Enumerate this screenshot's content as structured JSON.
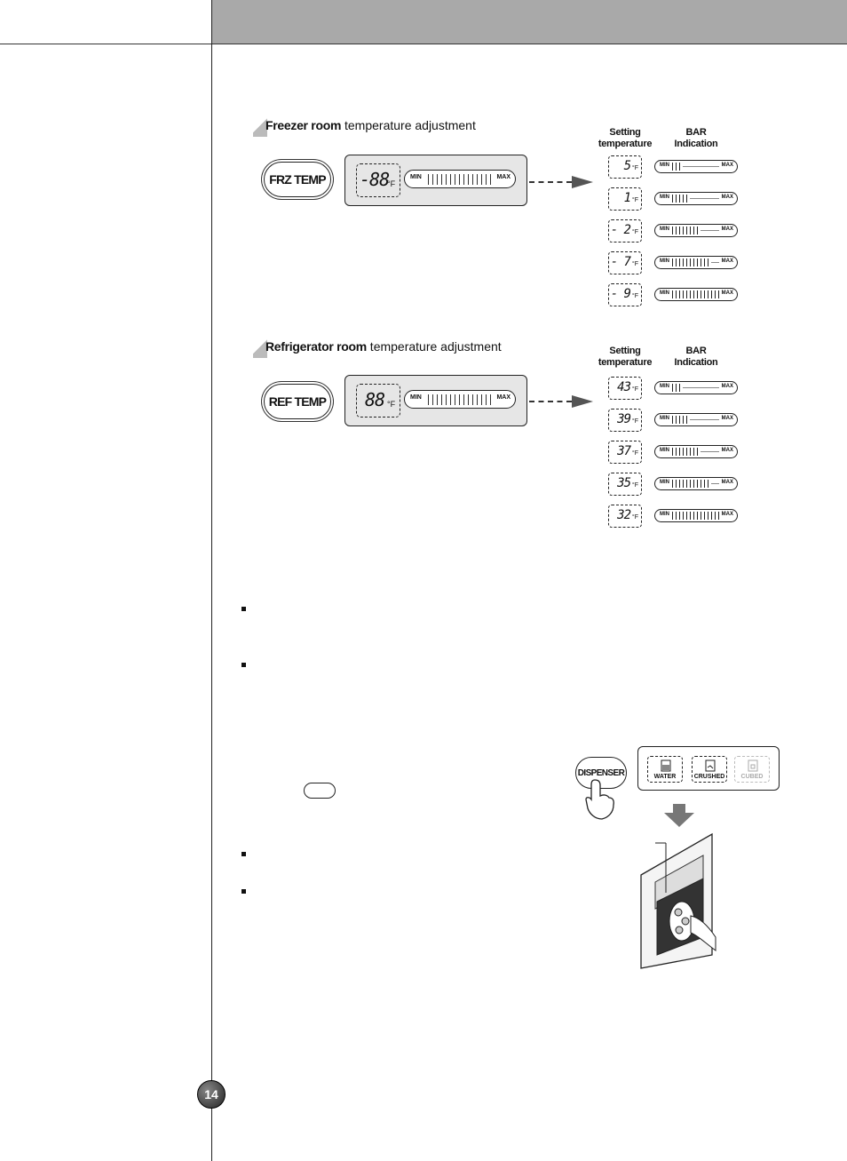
{
  "freezer": {
    "title_bold": "Freezer room",
    "title_rest": " temperature adjustment",
    "button_label": "FRZ TEMP",
    "display_digits": "-88",
    "unit": "°F",
    "bar_min": "MIN",
    "bar_max": "MAX",
    "col_setting": "Setting",
    "col_setting2": "temperature",
    "col_bar": "BAR",
    "col_bar2": "Indication",
    "rows": [
      {
        "temp": "5",
        "unit": "°F",
        "level": 3
      },
      {
        "temp": "1",
        "unit": "°F",
        "level": 5
      },
      {
        "temp": "- 2",
        "unit": "°F",
        "level": 8
      },
      {
        "temp": "- 7",
        "unit": "°F",
        "level": 11
      },
      {
        "temp": "- 9",
        "unit": "°F",
        "level": 14
      }
    ]
  },
  "refrigerator": {
    "title_bold": "Refrigerator room",
    "title_rest": " temperature adjustment",
    "button_label": "REF TEMP",
    "display_digits": "88",
    "unit": "°F",
    "bar_min": "MIN",
    "bar_max": "MAX",
    "col_setting": "Setting",
    "col_setting2": "temperature",
    "col_bar": "BAR",
    "col_bar2": "Indication",
    "rows": [
      {
        "temp": "43",
        "unit": "°F",
        "level": 3
      },
      {
        "temp": "39",
        "unit": "°F",
        "level": 5
      },
      {
        "temp": "37",
        "unit": "°F",
        "level": 8
      },
      {
        "temp": "35",
        "unit": "°F",
        "level": 11
      },
      {
        "temp": "32",
        "unit": "°F",
        "level": 14
      }
    ]
  },
  "dispenser": {
    "button_label": "DISPENSER",
    "options": [
      "WATER",
      "CRUSHED",
      "CUBED"
    ]
  },
  "page_number": "14"
}
